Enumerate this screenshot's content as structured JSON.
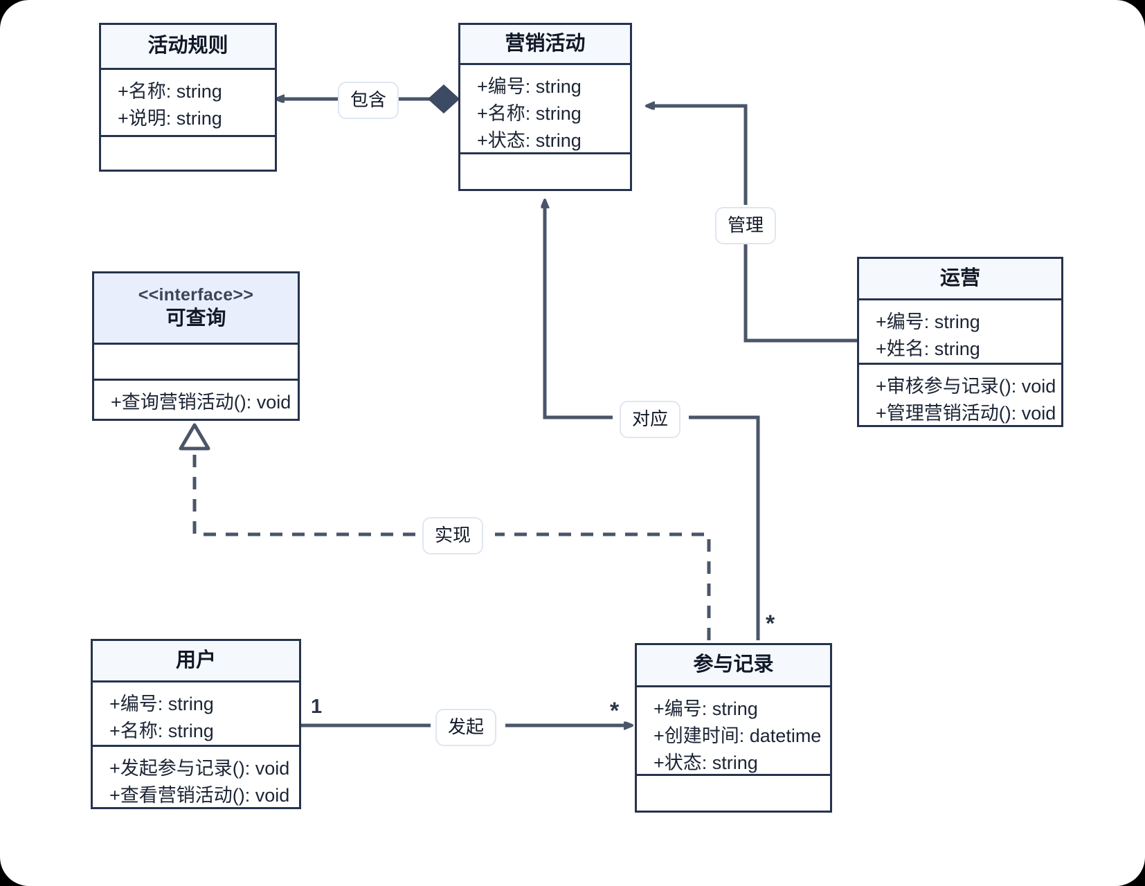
{
  "diagram": {
    "type": "uml-class-diagram",
    "background": "#ffffff",
    "line_color": "#4a5568",
    "border_color": "#26334d",
    "header_fill": "#f5f8fd",
    "interface_header_fill": "#e8eefb"
  },
  "classes": [
    {
      "id": "huodong-guize",
      "name": "活动规则",
      "stereotype": "",
      "attributes": [
        "+名称: string",
        "+说明: string"
      ],
      "methods": []
    },
    {
      "id": "yingxiao-huodong",
      "name": "营销活动",
      "stereotype": "",
      "attributes": [
        "+编号: string",
        "+名称: string",
        "+状态: string"
      ],
      "methods": []
    },
    {
      "id": "kechaxun",
      "name": "可查询",
      "stereotype": "<<interface>>",
      "attributes": [],
      "methods": [
        "+查询营销活动(): void"
      ]
    },
    {
      "id": "yunying",
      "name": "运营",
      "stereotype": "",
      "attributes": [
        "+编号: string",
        "+姓名: string"
      ],
      "methods": [
        "+审核参与记录(): void",
        "+管理营销活动(): void"
      ]
    },
    {
      "id": "yonghu",
      "name": "用户",
      "stereotype": "",
      "attributes": [
        "+编号: string",
        "+名称: string"
      ],
      "methods": [
        "+发起参与记录(): void",
        "+查看营销活动(): void"
      ]
    },
    {
      "id": "canyu-jilu",
      "name": "参与记录",
      "stereotype": "",
      "attributes": [
        "+编号: string",
        "+创建时间: datetime",
        "+状态: string"
      ],
      "methods": []
    }
  ],
  "relations": [
    {
      "id": "baohan",
      "label": "包含",
      "from": "yingxiao-huodong",
      "to": "huodong-guize",
      "kind": "composition"
    },
    {
      "id": "guanli",
      "label": "管理",
      "from": "yunying",
      "to": "yingxiao-huodong",
      "kind": "association"
    },
    {
      "id": "duiying",
      "label": "对应",
      "from": "canyu-jilu",
      "to": "yingxiao-huodong",
      "kind": "association",
      "multiplicity_source": "*"
    },
    {
      "id": "shixian",
      "label": "实现",
      "from": "canyu-jilu",
      "to": "kechaxun",
      "kind": "realization"
    },
    {
      "id": "faqi",
      "label": "发起",
      "from": "yonghu",
      "to": "canyu-jilu",
      "kind": "association",
      "multiplicity_source": "1",
      "multiplicity_target": "*"
    }
  ],
  "multiplicities": {
    "user_faqi": "1",
    "canyu_faqi": "*",
    "canyu_duiying": "*"
  }
}
